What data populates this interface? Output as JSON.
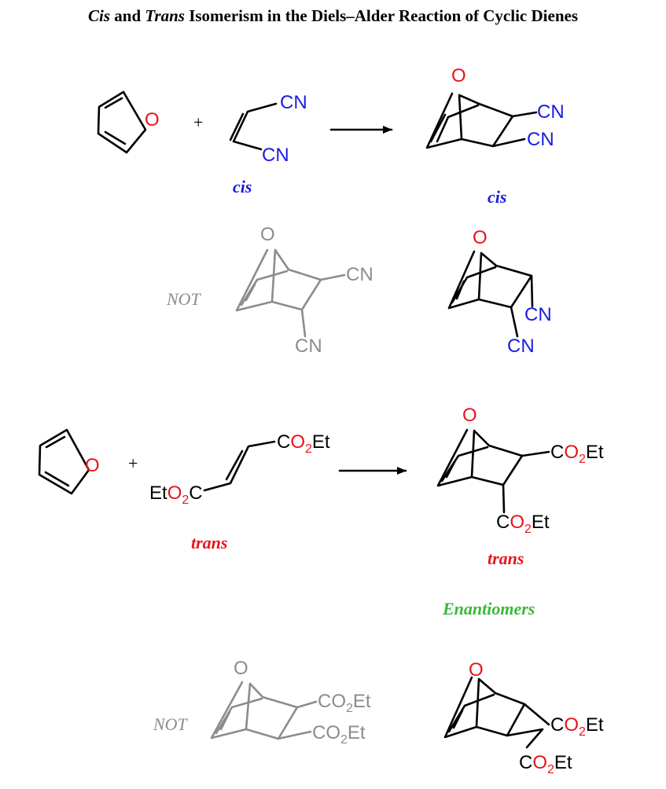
{
  "title": {
    "part1": "Cis",
    "part2": " and ",
    "part3": "Trans",
    "part4": " Isomerism in the Diels–Alder Reaction of Cyclic Dienes"
  },
  "atoms": {
    "oxygen": "O",
    "cyano": "CN",
    "ester_left": "CO",
    "ester_sub": "2",
    "ester_right": "Et",
    "ester_prefix": "EtO",
    "ester_suffix": "C"
  },
  "labels": {
    "cis_reactant": "cis",
    "cis_product": "cis",
    "not_1": "NOT",
    "trans_reactant": "trans",
    "trans_product": "trans",
    "enantiomers": "Enantiomers",
    "not_2": "NOT"
  },
  "symbols": {
    "plus": "+"
  },
  "colors": {
    "bond": "#000000",
    "oxygen": "#e8141b",
    "cis": "#1a1ae6",
    "trans": "#e8141b",
    "wrong": "#8c8c8c",
    "enantiomers": "#3ab83a"
  }
}
